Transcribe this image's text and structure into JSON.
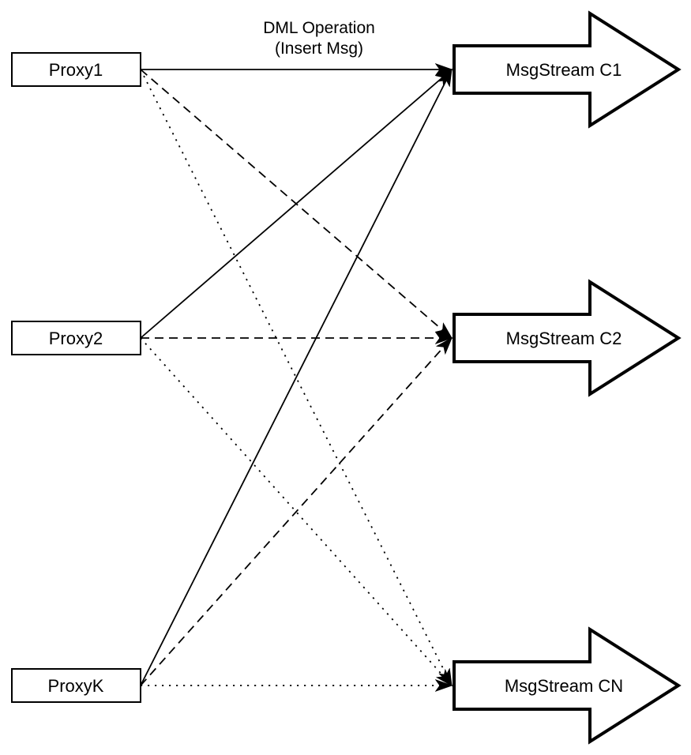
{
  "diagram": {
    "caption": {
      "line1": "DML Operation",
      "line2": "(Insert Msg)"
    },
    "proxies": [
      {
        "id": "proxy1",
        "label": "Proxy1"
      },
      {
        "id": "proxy2",
        "label": "Proxy2"
      },
      {
        "id": "proxyk",
        "label": "ProxyK"
      }
    ],
    "streams": [
      {
        "id": "c1",
        "label": "MsgStream C1",
        "incoming_line_style": "solid"
      },
      {
        "id": "c2",
        "label": "MsgStream C2",
        "incoming_line_style": "dashed"
      },
      {
        "id": "cn",
        "label": "MsgStream CN",
        "incoming_line_style": "dotted"
      }
    ],
    "edges": [
      {
        "from": "Proxy1",
        "to": "MsgStream C1",
        "style": "solid"
      },
      {
        "from": "Proxy1",
        "to": "MsgStream C2",
        "style": "dashed"
      },
      {
        "from": "Proxy1",
        "to": "MsgStream CN",
        "style": "dotted"
      },
      {
        "from": "Proxy2",
        "to": "MsgStream C1",
        "style": "solid"
      },
      {
        "from": "Proxy2",
        "to": "MsgStream C2",
        "style": "dashed"
      },
      {
        "from": "Proxy2",
        "to": "MsgStream CN",
        "style": "dotted"
      },
      {
        "from": "ProxyK",
        "to": "MsgStream C1",
        "style": "solid"
      },
      {
        "from": "ProxyK",
        "to": "MsgStream C2",
        "style": "dashed"
      },
      {
        "from": "ProxyK",
        "to": "MsgStream CN",
        "style": "dotted"
      }
    ],
    "colors": {
      "stroke": "#000000",
      "fill": "#ffffff",
      "background": "#ffffff"
    }
  }
}
